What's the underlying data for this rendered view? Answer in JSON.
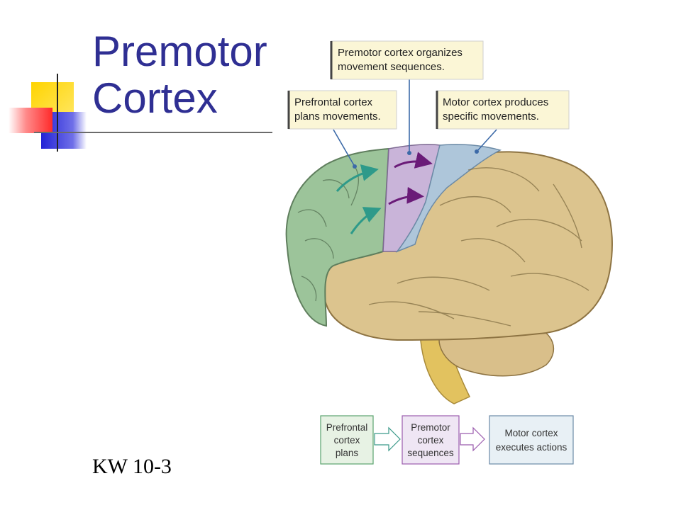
{
  "slide": {
    "title_line1": "Premotor",
    "title_line2": "Cortex",
    "footer": "KW 10-3"
  },
  "colors": {
    "title": "#2f2f93",
    "prefrontal": "#9cc49a",
    "premotor": "#c9b4d9",
    "motor": "#aec6da",
    "brain": "#dcc48e",
    "callout_bg": "#fbf6d6",
    "arrow_green": "#2e9a8a",
    "arrow_purple": "#6a1b78"
  },
  "callouts": {
    "premotor": [
      "Premotor cortex organizes",
      "movement sequences."
    ],
    "prefrontal": [
      "Prefrontal cortex",
      "plans movements."
    ],
    "motor": [
      "Motor cortex produces",
      "specific movements."
    ]
  },
  "flow": {
    "prefrontal": [
      "Prefrontal",
      "cortex",
      "plans"
    ],
    "premotor": [
      "Premotor",
      "cortex",
      "sequences"
    ],
    "motor": [
      "Motor cortex",
      "executes actions"
    ]
  }
}
